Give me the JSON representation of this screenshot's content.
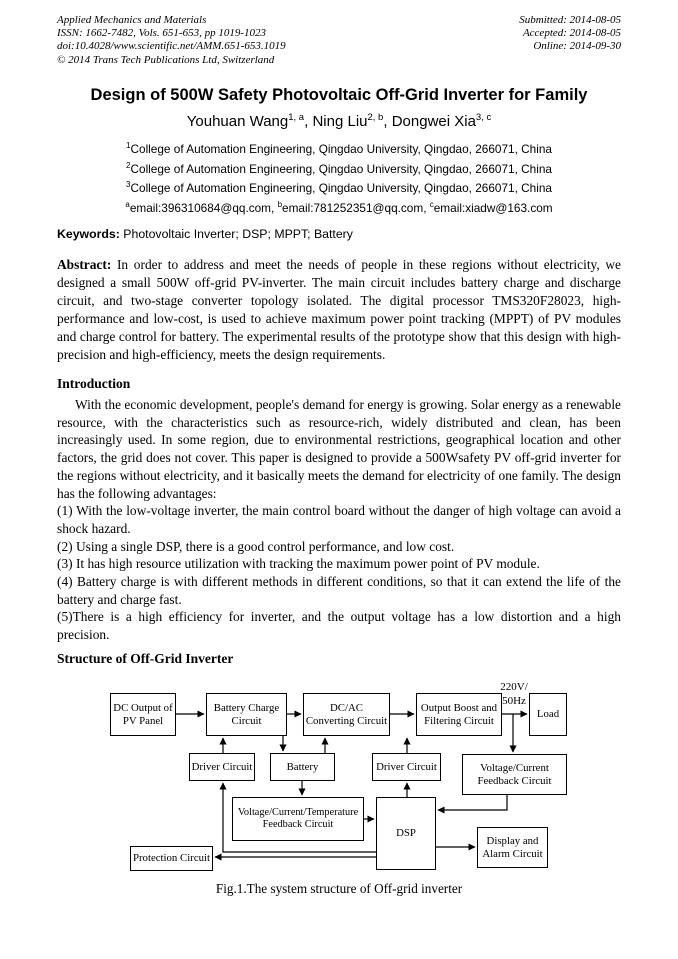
{
  "header": {
    "left_lines": [
      "Applied Mechanics and Materials",
      "ISSN: 1662-7482, Vols. 651-653, pp 1019-1023",
      "doi:10.4028/www.scientific.net/AMM.651-653.1019",
      "© 2014 Trans Tech Publications Ltd, Switzerland"
    ],
    "right_lines": [
      "Submitted: 2014-08-05",
      "Accepted: 2014-08-05",
      "Online: 2014-09-30"
    ]
  },
  "title": "Design of 500W Safety Photovoltaic Off-Grid Inverter for Family",
  "authors": [
    {
      "name": "Youhuan Wang",
      "sup": "1, a",
      "sep": ", "
    },
    {
      "name": "Ning Liu",
      "sup": "2, b",
      "sep": ", "
    },
    {
      "name": "Dongwei Xia",
      "sup": "3, c",
      "sep": ""
    }
  ],
  "affiliations": [
    {
      "sup": "1",
      "text": "College of Automation Engineering, Qingdao University, Qingdao, 266071, China"
    },
    {
      "sup": "2",
      "text": "College of Automation Engineering, Qingdao University, Qingdao, 266071, China"
    },
    {
      "sup": "3",
      "text": "College of Automation Engineering, Qingdao University, Qingdao, 266071, China"
    }
  ],
  "emails": [
    {
      "sup": "a",
      "text": "email:396310684@qq.com, "
    },
    {
      "sup": "b",
      "text": "email:781252351@qq.com, "
    },
    {
      "sup": "c",
      "text": "email:xiadw@163.com"
    }
  ],
  "keywords": {
    "label": "Keywords:",
    "text": " Photovoltaic Inverter; DSP; MPPT; Battery"
  },
  "abstract": {
    "label": "Abstract:",
    "text": " In order to address and meet the needs of people in these regions without electricity, we designed a small 500W off-grid PV-inverter. The main circuit includes battery charge and discharge circuit, and two-stage converter topology isolated. The digital processor TMS320F28023, high-performance and low-cost, is used to achieve maximum power point tracking (MPPT) of PV modules and charge control for battery. The experimental results of the prototype show that this design with high-precision and high-efficiency, meets the design requirements."
  },
  "sections": {
    "introduction": {
      "heading": "Introduction",
      "paragraph": "With the economic development, people's demand for energy is growing. Solar energy as a renewable resource, with the characteristics such as resource-rich, widely distributed and clean, has been increasingly used. In some region, due to environmental restrictions, geographical location and other factors, the grid does not cover. This paper is designed to provide a 500Wsafety PV off-grid inverter for the regions without electricity, and it basically meets the demand for electricity of one family. The design has the following advantages:",
      "items": [
        "(1) With the low-voltage inverter, the main control board without the danger of high voltage can avoid a shock hazard.",
        "(2) Using a single DSP, there is a good control performance, and low cost.",
        "(3) It has high resource utilization with tracking the maximum power point of PV module.",
        "(4) Battery charge is with different methods in different conditions, so that it can extend the life of the battery and charge fast.",
        "(5)There is a high efficiency for inverter, and the output voltage has a low distortion and a high precision."
      ]
    },
    "structure": {
      "heading": "Structure of Off-Grid Inverter"
    }
  },
  "figure": {
    "boxes": {
      "dc_output": "DC Output of PV Panel",
      "battery_charge": "Battery Charge Circuit",
      "dcac": "DC/AC Converting Circuit",
      "output_boost": "Output Boost and Filtering Circuit",
      "load": "Load",
      "driver1": "Driver Circuit",
      "battery": "Battery",
      "driver2": "Driver Circuit",
      "vc_feedback": "Voltage/Current Feedback Circuit",
      "vct_feedback": "Voltage/Current/Temperature Feedback Circuit",
      "dsp": "DSP",
      "display_alarm": "Display and Alarm Circuit",
      "protection": "Protection Circuit"
    },
    "ac_label": {
      "line1": "220V/",
      "line2": "50Hz"
    },
    "caption": "Fig.1.The system structure of Off-grid inverter"
  }
}
